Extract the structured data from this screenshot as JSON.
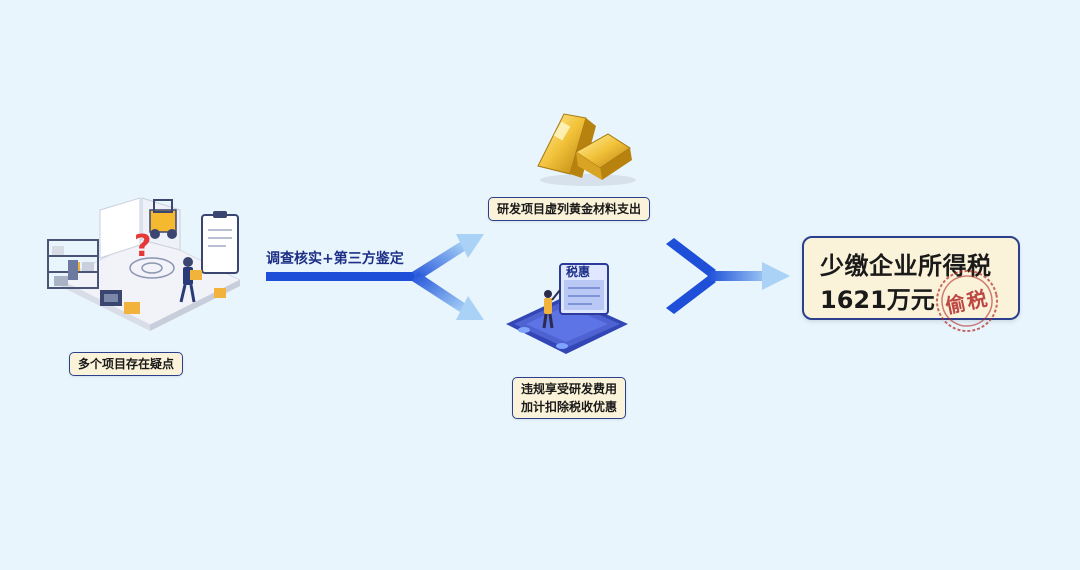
{
  "source_node": {
    "label": "多个项目存在疑点",
    "icon": "warehouse-question-icon"
  },
  "flow": {
    "label": "调查核实+第三方鉴定"
  },
  "branch_top": {
    "label": "研发项目虚列黄金材料支出",
    "icon": "gold-bars-icon"
  },
  "branch_bottom": {
    "screen_text": "税惠",
    "label_line1": "违规享受研发费用",
    "label_line2": "加计扣除税收优惠",
    "icon": "tax-benefit-screen-icon"
  },
  "result": {
    "line1": "少缴企业所得税",
    "line2": "1621万元",
    "stamp": "偷税"
  },
  "colors": {
    "background": "#e8f5fc",
    "arrow_blue": "#1e4fd8",
    "box_fill": "#fbf3d9",
    "box_border": "#2b3f8c",
    "stamp_red": "#b32a2a"
  }
}
